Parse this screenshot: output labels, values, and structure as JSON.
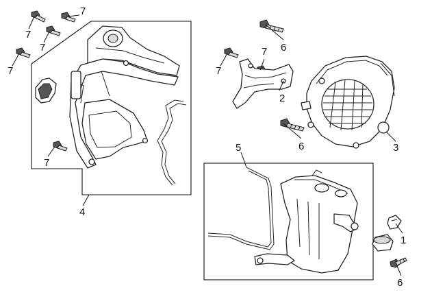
{
  "callouts": {
    "c1": "1",
    "c2": "2",
    "c3": "3",
    "c4": "4",
    "c5": "5",
    "c6a": "6",
    "c6b": "6",
    "c6c": "6",
    "c7a": "7",
    "c7b": "7",
    "c7c": "7",
    "c7d": "7",
    "c7e": "7",
    "c7f": "7",
    "c7g": "7"
  }
}
